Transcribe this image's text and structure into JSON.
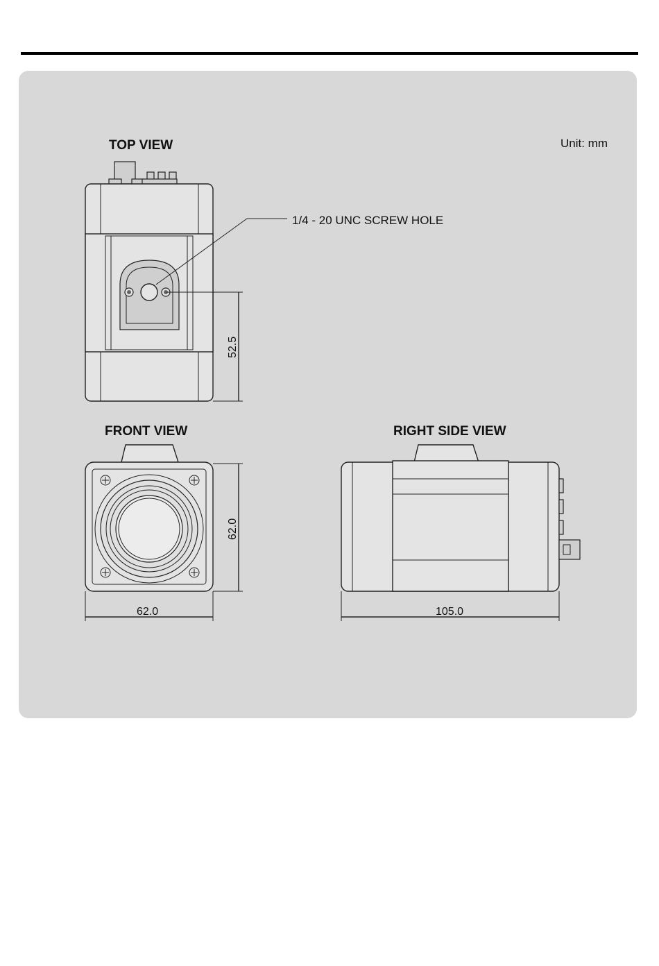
{
  "labels": {
    "top_view": "TOP VIEW",
    "front_view": "FRONT VIEW",
    "right_side_view": "RIGHT SIDE VIEW",
    "unit": "Unit: mm",
    "screw_hole": "1/4 - 20 UNC SCREW HOLE"
  },
  "dimensions": {
    "top_depth": "52.5",
    "front_height": "62.0",
    "front_width": "62.0",
    "side_length": "105.0"
  }
}
